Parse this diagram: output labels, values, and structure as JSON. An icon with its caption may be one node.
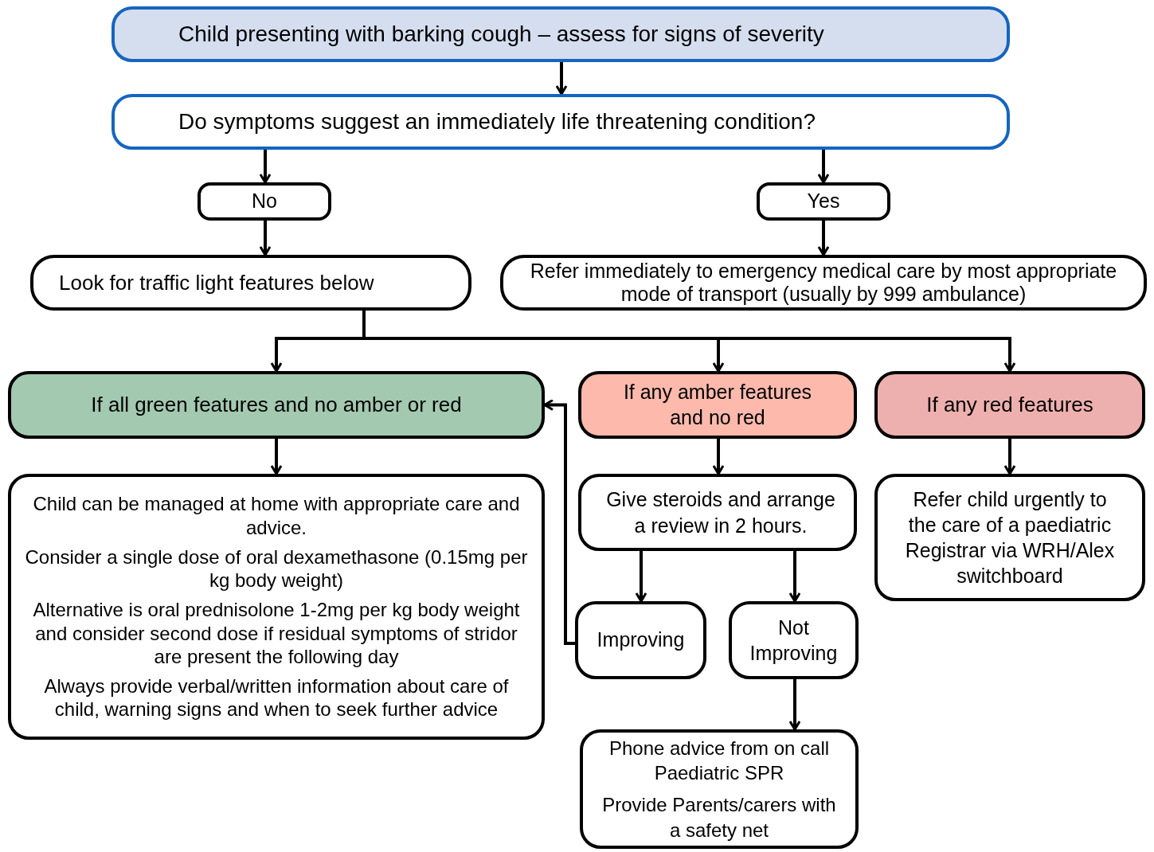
{
  "diagram": {
    "nodes": [
      {
        "text": [
          "Child presenting with barking cough – assess for signs of severity"
        ]
      },
      {
        "text": [
          "Do symptoms suggest an immediately life threatening condition?"
        ]
      },
      {
        "text": [
          "No"
        ]
      },
      {
        "text": [
          "Yes"
        ]
      },
      {
        "text": [
          "Look for traffic light features below"
        ]
      },
      {
        "text": [
          "Refer immediately to emergency medical care by most appropriate mode of transport (usually by 999 ambulance)"
        ]
      },
      {
        "text": [
          "If all green features and no amber or red"
        ]
      },
      {
        "text": [
          "If any amber features and no red"
        ]
      },
      {
        "text": [
          "If any red features"
        ]
      },
      {
        "text": [
          "Child can be managed at home with appropriate care and advice.",
          "Consider a single dose of oral dexamethasone (0.15mg per kg body weight)",
          "Alternative is oral prednisolone 1-2mg per kg body weight and consider second dose if residual symptoms of stridor are present the following day",
          "Always provide verbal/written information about care of child, warning signs and when to seek further advice"
        ]
      },
      {
        "text": [
          "Give steroids and arrange a review in 2 hours."
        ]
      },
      {
        "text": [
          "Refer child urgently to the care of a paediatric Registrar via WRH/Alex switchboard"
        ]
      },
      {
        "text": [
          "Improving"
        ]
      },
      {
        "text": [
          "Not Improving"
        ]
      },
      {
        "text": [
          "Phone advice from on call Paediatric SPR",
          "Provide Parents/carers with a safety net"
        ]
      }
    ],
    "edges": [
      {
        "from": 0,
        "to": 1,
        "arrow": "to"
      },
      {
        "from": 1,
        "to": 2,
        "arrow": "to"
      },
      {
        "from": 1,
        "to": 3,
        "arrow": "to"
      },
      {
        "from": 2,
        "to": 4,
        "arrow": "to"
      },
      {
        "from": 3,
        "to": 5,
        "arrow": "to"
      },
      {
        "from": 4,
        "to": 6,
        "arrow": "to"
      },
      {
        "from": 4,
        "to": 7,
        "arrow": "to"
      },
      {
        "from": 4,
        "to": 8,
        "arrow": "to"
      },
      {
        "from": 6,
        "to": 9,
        "arrow": "to"
      },
      {
        "from": 7,
        "to": 10,
        "arrow": "to"
      },
      {
        "from": 8,
        "to": 11,
        "arrow": "to"
      },
      {
        "from": 10,
        "to": 12,
        "arrow": "to"
      },
      {
        "from": 10,
        "to": 13,
        "arrow": "to"
      },
      {
        "from": 13,
        "to": 14,
        "arrow": "to"
      },
      {
        "from": 12,
        "to": 6,
        "arrow": "to"
      }
    ]
  }
}
